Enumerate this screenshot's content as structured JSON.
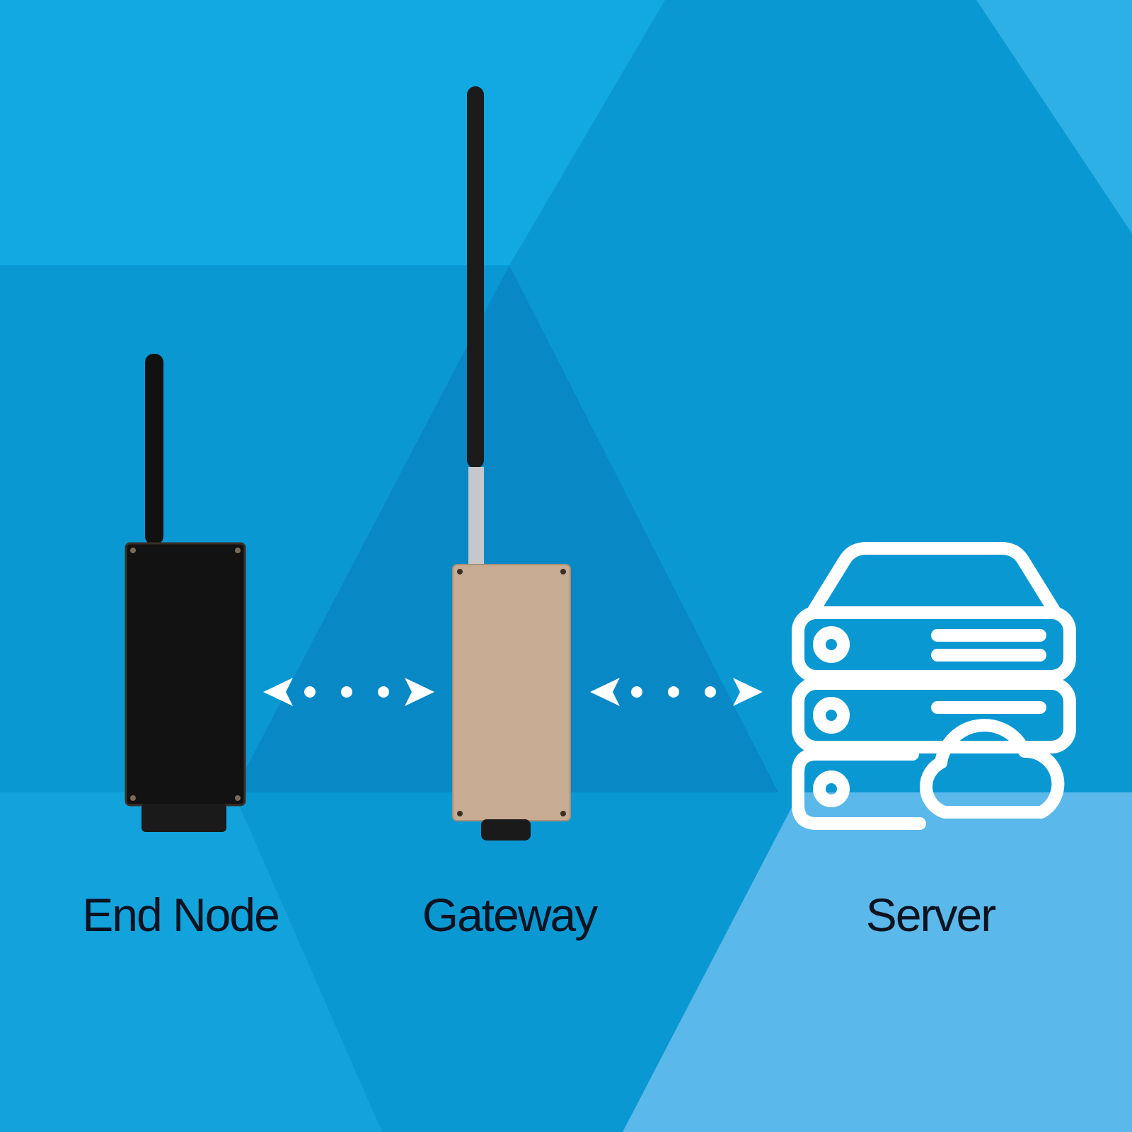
{
  "diagram": {
    "nodes": [
      {
        "id": "end-node",
        "label": "End Node",
        "icon": "end-node-device-icon"
      },
      {
        "id": "gateway",
        "label": "Gateway",
        "icon": "gateway-device-icon"
      },
      {
        "id": "server",
        "label": "Server",
        "icon": "server-cloud-icon"
      }
    ],
    "edges": [
      {
        "from": "end-node",
        "to": "gateway",
        "style": "dotted-bidirectional-arrow"
      },
      {
        "from": "gateway",
        "to": "server",
        "style": "dotted-bidirectional-arrow"
      }
    ]
  },
  "colors": {
    "background_base": "#0a98d3",
    "background_light": "#12a9e3",
    "background_lighter": "#5ab8ea",
    "background_dark": "#0888c4",
    "icon_stroke": "#ffffff",
    "end_node_body": "#111111",
    "gateway_body": "#c8ab93",
    "label_text": "#0b1320"
  }
}
